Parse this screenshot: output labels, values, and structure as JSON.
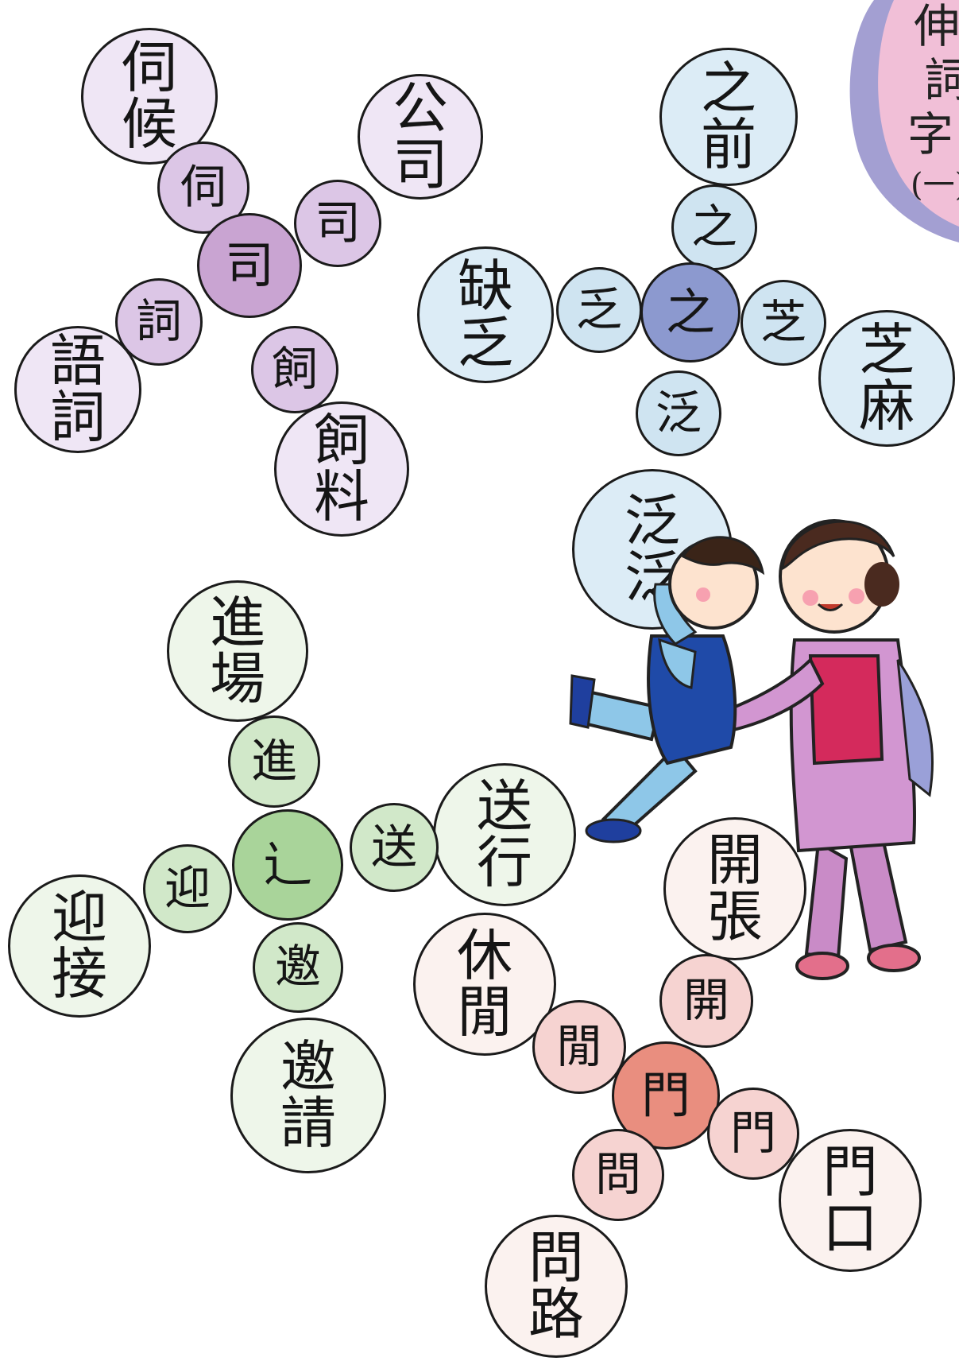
{
  "title": {
    "lines": [
      "伸",
      "詞",
      "字",
      "(一)"
    ]
  },
  "colors": {
    "purple": "#efe6f5",
    "purple_mid": "#dcc6e6",
    "purple_hub": "#c9a4d2",
    "blue": "#dcecf6",
    "blue_mid": "#cfe4f1",
    "blue_hub": "#8c99cf",
    "green": "#eef6ea",
    "green_mid": "#d1e8c9",
    "green_hub": "#a9d49a",
    "pink": "#fbf2ef",
    "pink_mid": "#f6d3d1",
    "pink_hub": "#e98e7f",
    "title_blob": "#a39fd2",
    "title_inner": "#f1bfd7"
  },
  "clusters": {
    "si": {
      "hub": "司",
      "branches": [
        {
          "single": "伺",
          "word": [
            "伺",
            "候"
          ]
        },
        {
          "single": "司",
          "word": [
            "公",
            "司"
          ]
        },
        {
          "single": "詞",
          "word": [
            "語",
            "詞"
          ]
        },
        {
          "single": "飼",
          "word": [
            "飼",
            "料"
          ]
        }
      ]
    },
    "zhi": {
      "hub": "之",
      "branches": [
        {
          "single": "之",
          "word": [
            "之",
            "前"
          ]
        },
        {
          "single": "乏",
          "word": [
            "缺",
            "乏"
          ]
        },
        {
          "single": "芝",
          "word": [
            "芝",
            "麻"
          ]
        },
        {
          "single": "泛",
          "word": [
            "泛",
            "泛"
          ]
        }
      ]
    },
    "chuo": {
      "hub": "辶",
      "branches": [
        {
          "single": "進",
          "word": [
            "進",
            "場"
          ]
        },
        {
          "single": "送",
          "word": [
            "送",
            "行"
          ]
        },
        {
          "single": "迎",
          "word": [
            "迎",
            "接"
          ]
        },
        {
          "single": "邀",
          "word": [
            "邀",
            "請"
          ]
        }
      ]
    },
    "men": {
      "hub": "門",
      "branches": [
        {
          "single": "開",
          "word": [
            "開",
            "張"
          ]
        },
        {
          "single": "閒",
          "word": [
            "休",
            "閒"
          ]
        },
        {
          "single": "門",
          "word": [
            "門",
            "口"
          ]
        },
        {
          "single": "問",
          "word": [
            "問",
            "路"
          ]
        }
      ]
    }
  }
}
